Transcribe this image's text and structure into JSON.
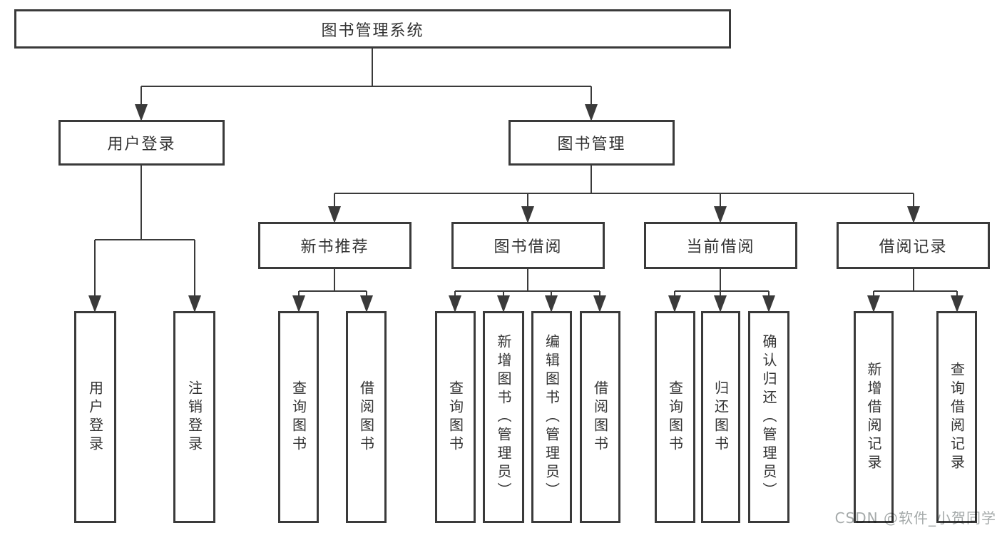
{
  "diagram": {
    "root": "图书管理系统",
    "level2": {
      "user_login": "用户登录",
      "book_mgmt": "图书管理"
    },
    "level3": {
      "recommend": "新书推荐",
      "borrow": "图书借阅",
      "current": "当前借阅",
      "records": "借阅记录"
    },
    "leaves": {
      "user": [
        "用户登录",
        "注销登录"
      ],
      "recommend": [
        "查询图书",
        "借阅图书"
      ],
      "borrow": [
        "查询图书",
        "新增图书（管理员）",
        "编辑图书（管理员）",
        "借阅图书"
      ],
      "current": [
        "查询图书",
        "归还图书",
        "确认归还（管理员）"
      ],
      "records": [
        "新增借阅记录",
        "查询借阅记录"
      ]
    }
  },
  "watermark": "CSDN @软件_小贺同学",
  "colors": {
    "line": "#3a3a3a",
    "text": "#333333",
    "background": "#ffffff",
    "watermark": "#a5aaaa"
  }
}
